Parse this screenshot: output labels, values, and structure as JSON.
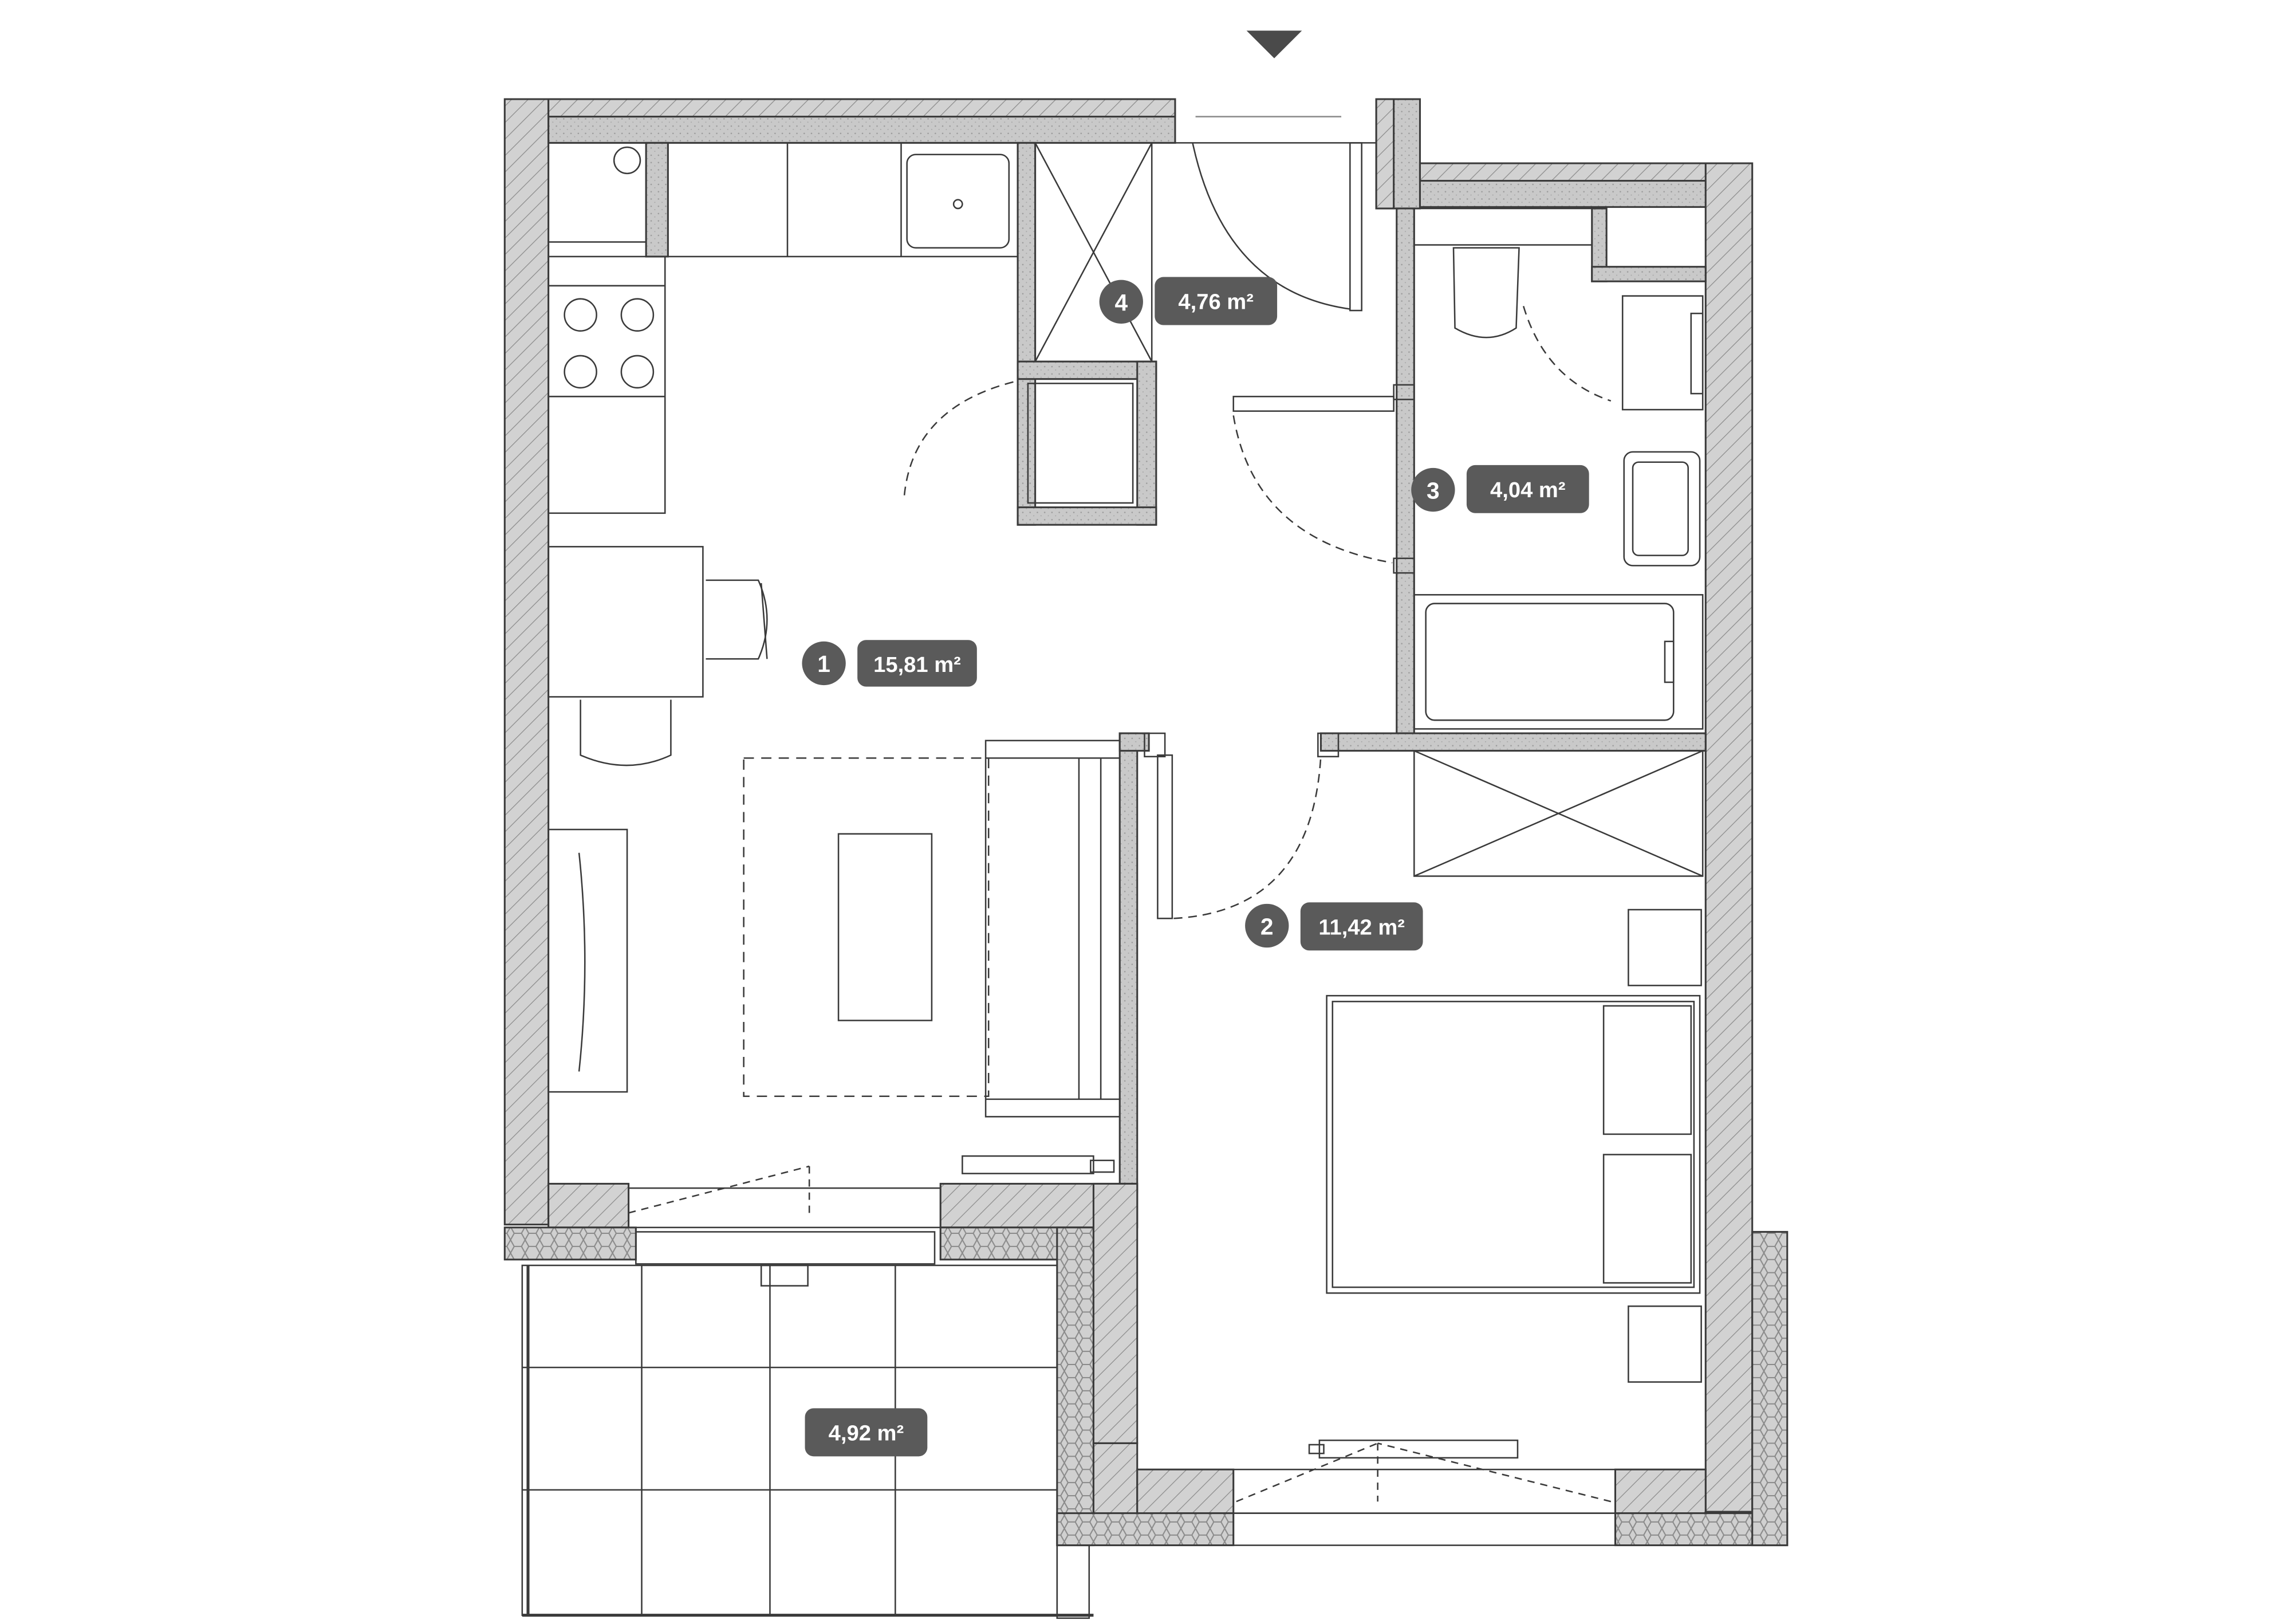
{
  "rooms": [
    {
      "number": "1",
      "area": "15,81 m²"
    },
    {
      "number": "2",
      "area": "11,42 m²"
    },
    {
      "number": "3",
      "area": "4,04 m²"
    },
    {
      "number": "4",
      "area": "4,76 m²"
    }
  ],
  "balcony": {
    "area": "4,92 m²"
  },
  "colors": {
    "wall_fill": "#c8c8c8",
    "label_bg": "#5a5a5a",
    "label_text": "#ffffff",
    "line": "#333333"
  },
  "icons": [
    "entrance-arrow-icon"
  ]
}
